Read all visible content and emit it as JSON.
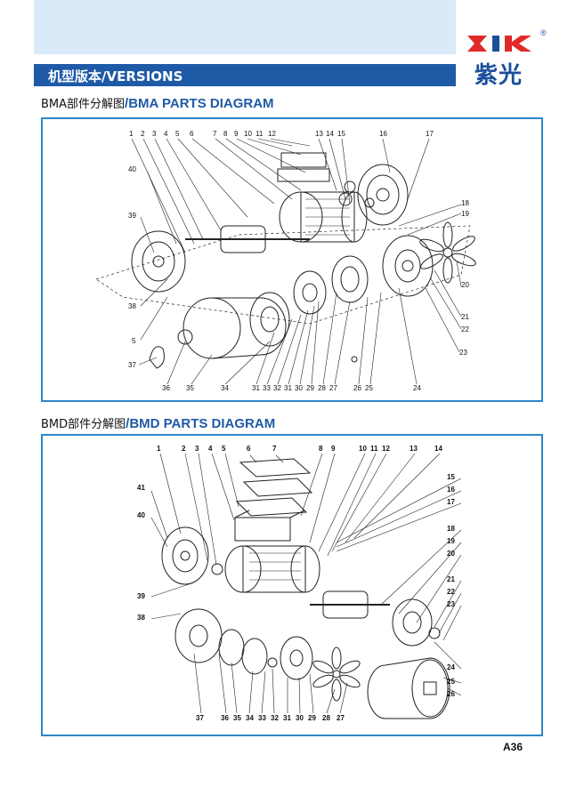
{
  "header": {
    "logo_cn": "紫光",
    "logo_reg": "®",
    "versions_title": "机型版本/VERSIONS"
  },
  "bma": {
    "heading_cn": "BMA部件分解图",
    "heading_en": "/BMA PARTS DIAGRAM",
    "labels_top": [
      "1",
      "2",
      "3",
      "4",
      "5",
      "6",
      "7",
      "8",
      "9",
      "10",
      "11",
      "12",
      "13",
      "14",
      "15",
      "16",
      "17"
    ],
    "labels_left": [
      "40",
      "39",
      "38",
      "5",
      "37"
    ],
    "labels_right": [
      "18",
      "19",
      "20",
      "21",
      "22",
      "23"
    ],
    "labels_bottom": [
      "36",
      "35",
      "34",
      "31",
      "33",
      "32",
      "31",
      "30",
      "29",
      "28",
      "27",
      "26",
      "25",
      "24"
    ]
  },
  "bmd": {
    "heading_cn": "BMD部件分解图",
    "heading_en": "/BMD PARTS DIAGRAM",
    "labels_top": [
      "1",
      "2",
      "3",
      "4",
      "5",
      "6",
      "7",
      "8",
      "9",
      "10",
      "11",
      "12",
      "13",
      "14"
    ],
    "labels_left": [
      "41",
      "40",
      "39",
      "38"
    ],
    "labels_right": [
      "15",
      "16",
      "17",
      "18",
      "19",
      "20",
      "21",
      "22",
      "23",
      "24",
      "25",
      "26"
    ],
    "labels_bottom": [
      "37",
      "36",
      "35",
      "34",
      "33",
      "32",
      "31",
      "30",
      "29",
      "28",
      "27"
    ]
  },
  "footer": {
    "page_number": "A36"
  }
}
